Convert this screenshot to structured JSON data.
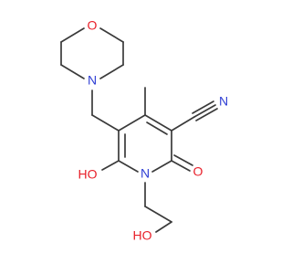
{
  "molecule": {
    "atoms": {
      "morpholine_o": {
        "text": "O",
        "color": "#e8202a"
      },
      "morpholine_n": {
        "text": "N",
        "color": "#2f3fd4"
      },
      "nitrile_n": {
        "text": "N",
        "color": "#2f3fd4"
      },
      "ketone_o": {
        "text": "O",
        "color": "#e8202a"
      },
      "ring_n": {
        "text": "N",
        "color": "#2f3fd4"
      },
      "hydroxy_ring": {
        "text": "HO",
        "color": "#e8202a"
      },
      "hydroxy_chain": {
        "text": "HO",
        "color": "#e8202a"
      }
    },
    "bond_color": "#3a3a3a"
  }
}
